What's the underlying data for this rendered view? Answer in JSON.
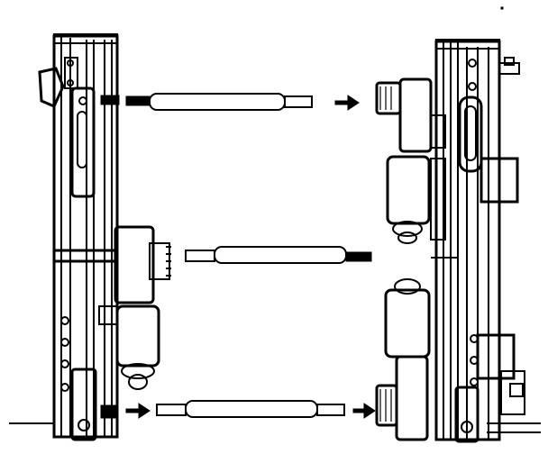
{
  "figure": {
    "labels": [],
    "colors": {
      "ink": "#000000",
      "paper": "#ffffff"
    },
    "parts": [
      {
        "name": "left-frame-assembly"
      },
      {
        "name": "right-frame-assembly"
      },
      {
        "name": "connecting-shaft-top",
        "arrow": "right"
      },
      {
        "name": "connecting-shaft-middle",
        "arrow": "none"
      },
      {
        "name": "connecting-shaft-bottom",
        "arrow": "right"
      }
    ]
  }
}
